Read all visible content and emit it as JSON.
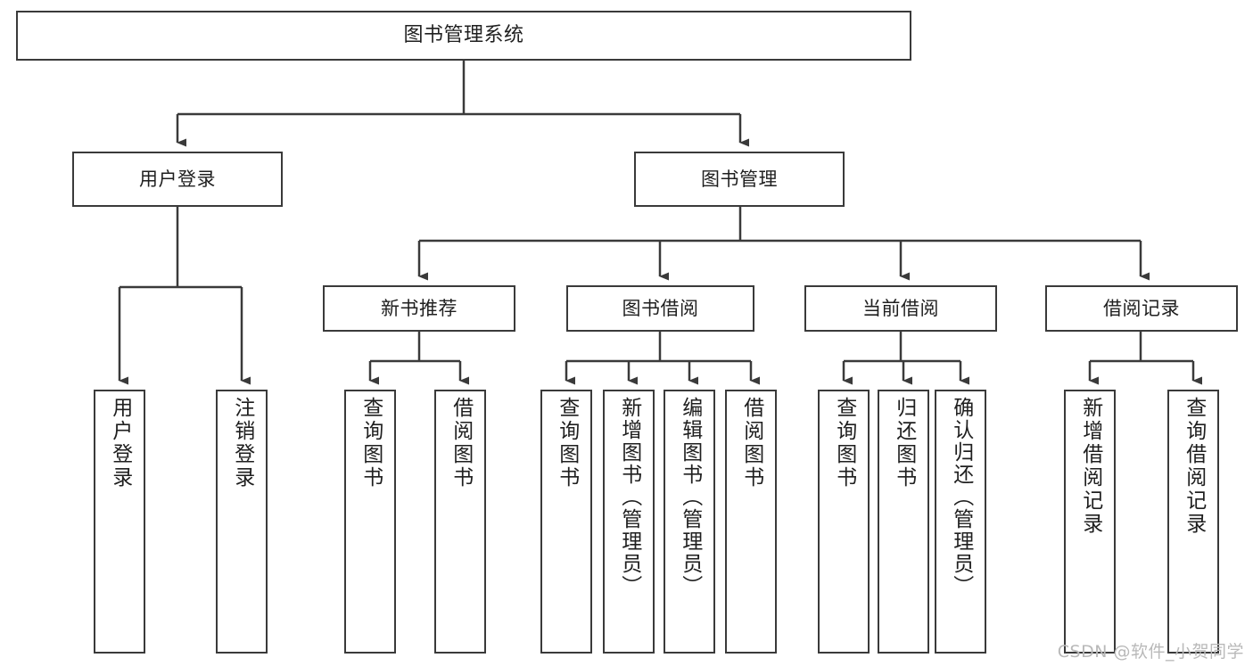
{
  "diagram": {
    "title": "图书管理系统",
    "root": {
      "label": "图书管理系统"
    },
    "level2": [
      {
        "label": "用户登录"
      },
      {
        "label": "图书管理"
      }
    ],
    "level3": [
      {
        "label": "新书推荐"
      },
      {
        "label": "图书借阅"
      },
      {
        "label": "当前借阅"
      },
      {
        "label": "借阅记录"
      }
    ],
    "leaves": [
      {
        "label": "用户登录"
      },
      {
        "label": "注销登录"
      },
      {
        "label": "查询图书"
      },
      {
        "label": "借阅图书"
      },
      {
        "label": "查询图书"
      },
      {
        "label": "新增图书（管理员）"
      },
      {
        "label": "编辑图书（管理员）"
      },
      {
        "label": "借阅图书"
      },
      {
        "label": "查询图书"
      },
      {
        "label": "归还图书"
      },
      {
        "label": "确认归还（管理员）"
      },
      {
        "label": "新增借阅记录"
      },
      {
        "label": "查询借阅记录"
      }
    ],
    "colors": {
      "stroke": "#3a3a3a",
      "fill": "#ffffff",
      "text": "#1f1f1f",
      "watermark": "#b9b9b9"
    }
  },
  "watermark": {
    "text": "CSDN @软件_小贺同学"
  }
}
